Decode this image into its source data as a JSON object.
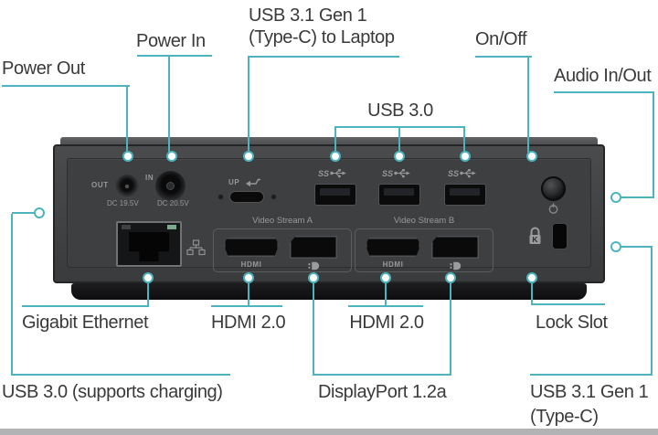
{
  "colors": {
    "accent": "#4db3bf",
    "dock_body": "#3e3f41",
    "label_text": "#3a3a3c",
    "port_text": "#97989a"
  },
  "callouts": {
    "power_out": "Power Out",
    "power_in": "Power In",
    "usbc_laptop_line1": "USB 3.1 Gen 1",
    "usbc_laptop_line2": "(Type-C) to Laptop",
    "on_off": "On/Off",
    "audio_in_out": "Audio In/Out",
    "usb30": "USB 3.0",
    "gigabit_ethernet": "Gigabit Ethernet",
    "hdmi_a": "HDMI 2.0",
    "hdmi_b": "HDMI 2.0",
    "lock_slot": "Lock Slot",
    "usb30_charging": "USB 3.0 (supports charging)",
    "displayport": "DisplayPort 1.2a",
    "usbc_line1": "USB 3.1 Gen 1",
    "usbc_line2": "(Type-C)"
  },
  "dock": {
    "power_out_label": "OUT",
    "power_out_value": "DC 19.5V",
    "power_in_label": "IN",
    "power_in_value": "DC 20.5V",
    "usbc_upstream_label": "UP",
    "usb_ss_label": "SS",
    "video_stream_a": "Video Stream A",
    "video_stream_b": "Video Stream B",
    "hdmi_port_label": "HDMI"
  }
}
